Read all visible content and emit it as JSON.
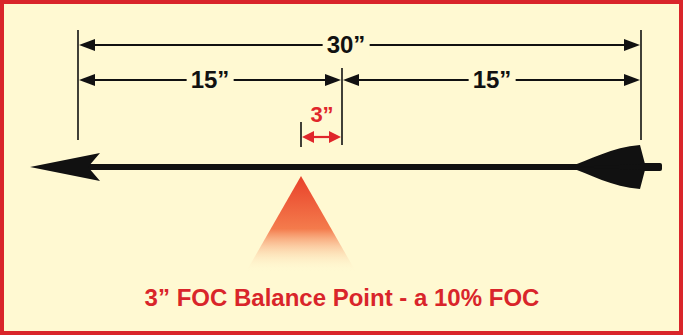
{
  "diagram": {
    "caption": "3” FOC Balance Point - a 10% FOC",
    "labels": [
      "30”",
      "15”",
      "15”",
      "3”"
    ]
  }
}
